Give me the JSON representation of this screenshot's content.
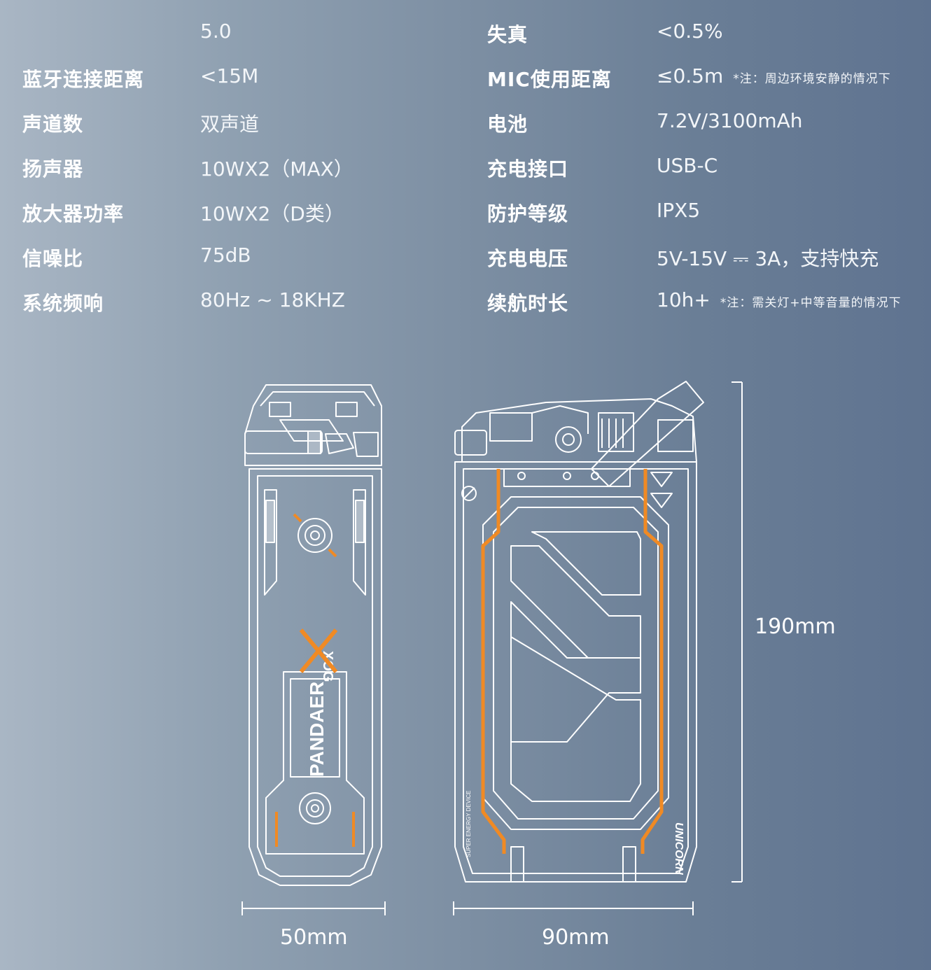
{
  "specs": {
    "left": [
      {
        "label": "",
        "value": "5.0"
      },
      {
        "label": "蓝牙连接距离",
        "value": "<15M"
      },
      {
        "label": "声道数",
        "value": "双声道"
      },
      {
        "label": "扬声器",
        "value": "10WX2（MAX）"
      },
      {
        "label": "放大器功率",
        "value": "10WX2（D类）"
      },
      {
        "label": "信噪比",
        "value": "75dB"
      },
      {
        "label": "系统频响",
        "value": "80Hz ~ 18KHZ"
      }
    ],
    "right": [
      {
        "label": "失真",
        "value": "<0.5%",
        "note": ""
      },
      {
        "label": "MIC使用距离",
        "value": "≤0.5m",
        "note": "*注：周边环境安静的情况下"
      },
      {
        "label": "电池",
        "value": "7.2V/3100mAh",
        "note": ""
      },
      {
        "label": "充电接口",
        "value": "USB-C",
        "note": ""
      },
      {
        "label": "防护等级",
        "value": "IPX5",
        "note": ""
      },
      {
        "label": "充电电压",
        "value": "5V-15V ⎓ 3A，支持快充",
        "note": ""
      },
      {
        "label": "续航时长",
        "value": "10h+",
        "note": "*注：需关灯+中等音量的情况下"
      }
    ]
  },
  "dimensions": {
    "width_side": "50mm",
    "width_front": "90mm",
    "height": "190mm"
  },
  "product": {
    "brand_text": "PANDAER",
    "sub_brand_text": "XOG",
    "side_text": "UNICORN",
    "label_text": "SUPER ENERGY DEVICE"
  },
  "colors": {
    "accent_orange": "#f08a24",
    "line_white": "#ffffff"
  }
}
